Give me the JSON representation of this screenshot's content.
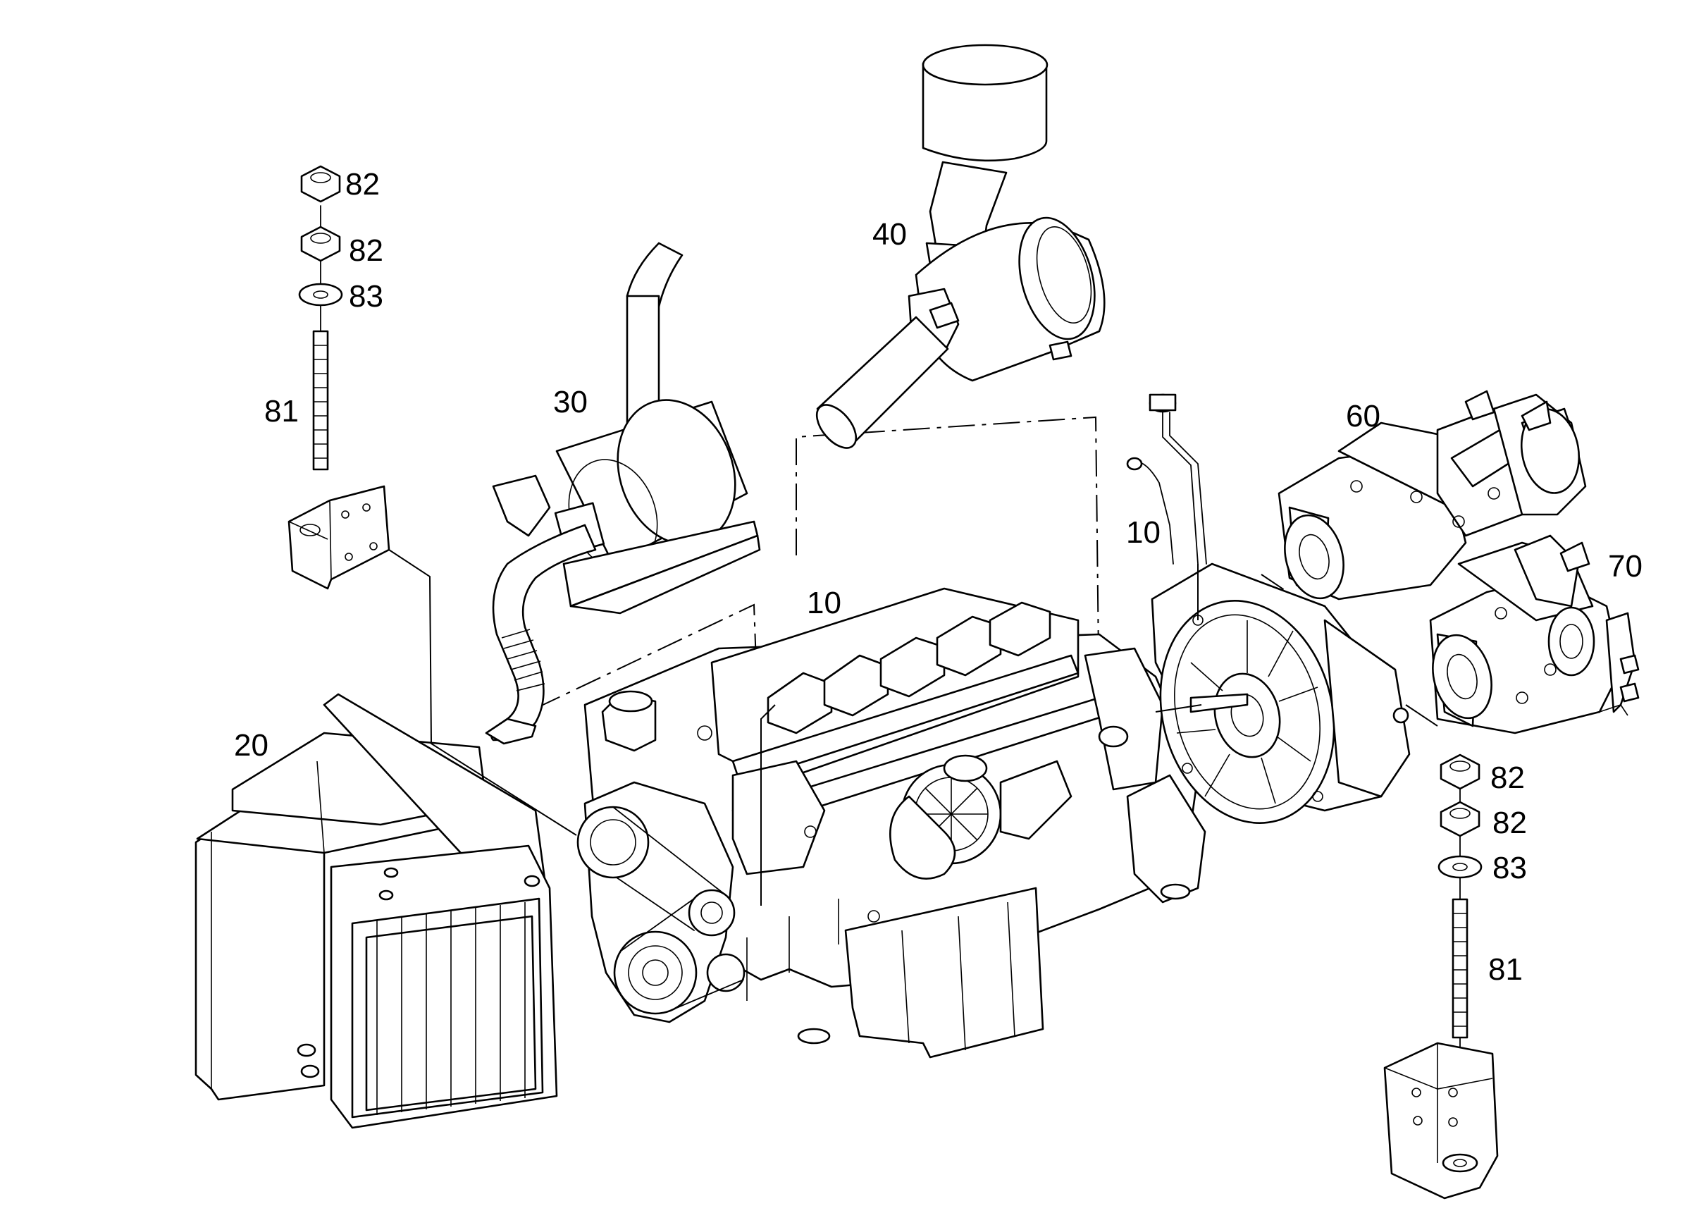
{
  "diagram": {
    "labels": {
      "engine_top": "10",
      "engine_side": "10",
      "radiator": "20",
      "muffler": "30",
      "air_filter": "40",
      "pump_upper": "60",
      "pump_lower": "70",
      "left_nut_top": "82",
      "left_nut_mid": "82",
      "left_washer": "83",
      "left_stud": "81",
      "right_nut_top": "82",
      "right_nut_mid": "82",
      "right_washer": "83",
      "right_stud": "81"
    }
  }
}
